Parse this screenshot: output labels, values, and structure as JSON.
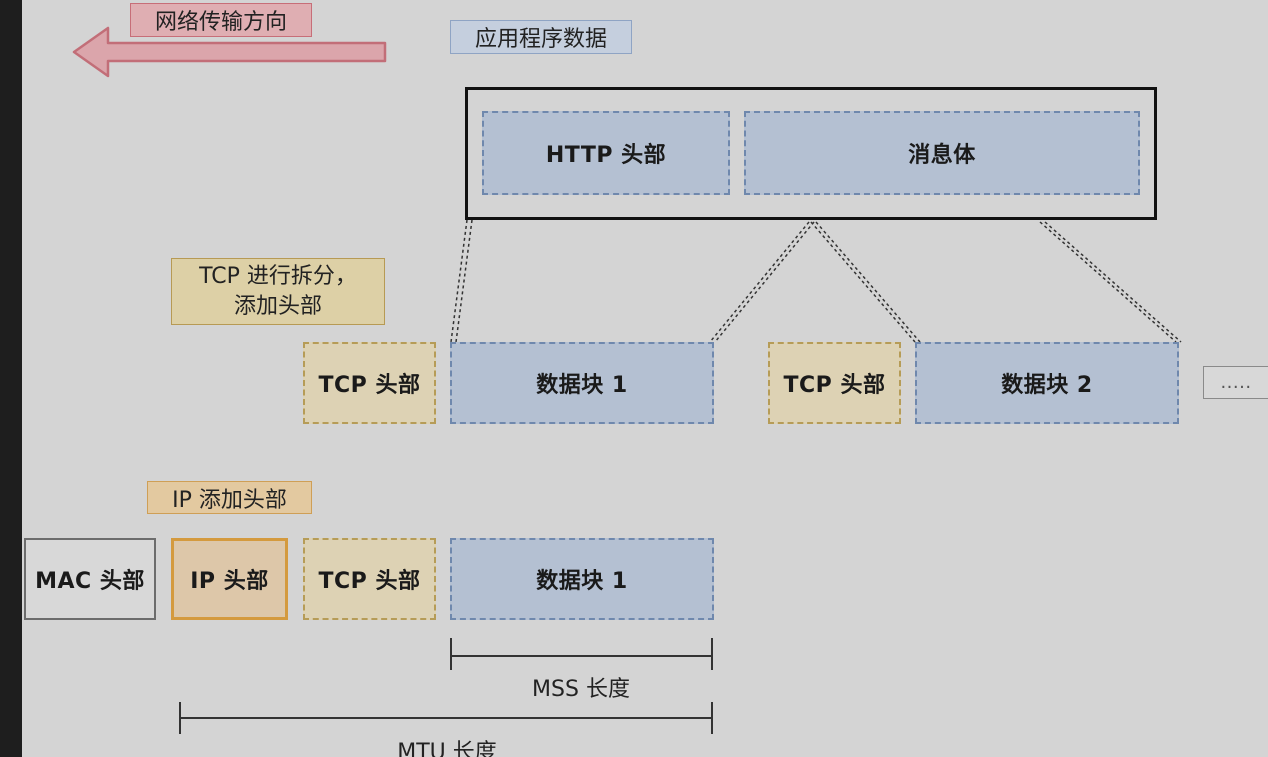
{
  "direction_label": "网络传输方向",
  "app_data_label": "应用程序数据",
  "http_header": "HTTP 头部",
  "message_body": "消息体",
  "tcp_split_label_line1": "TCP 进行拆分，",
  "tcp_split_label_line2": "添加头部",
  "tcp_header": "TCP 头部",
  "data_block_1": "数据块 1",
  "data_block_2": "数据块 2",
  "ellipsis": ".....",
  "ip_add_header_label": "IP 添加头部",
  "mac_header": "MAC 头部",
  "ip_header": "IP 头部",
  "mss_length": "MSS 长度",
  "mtu_length": "MTU 长度",
  "colors": {
    "arrow_fill": "#dba5ab",
    "arrow_stroke": "#c26e78"
  }
}
